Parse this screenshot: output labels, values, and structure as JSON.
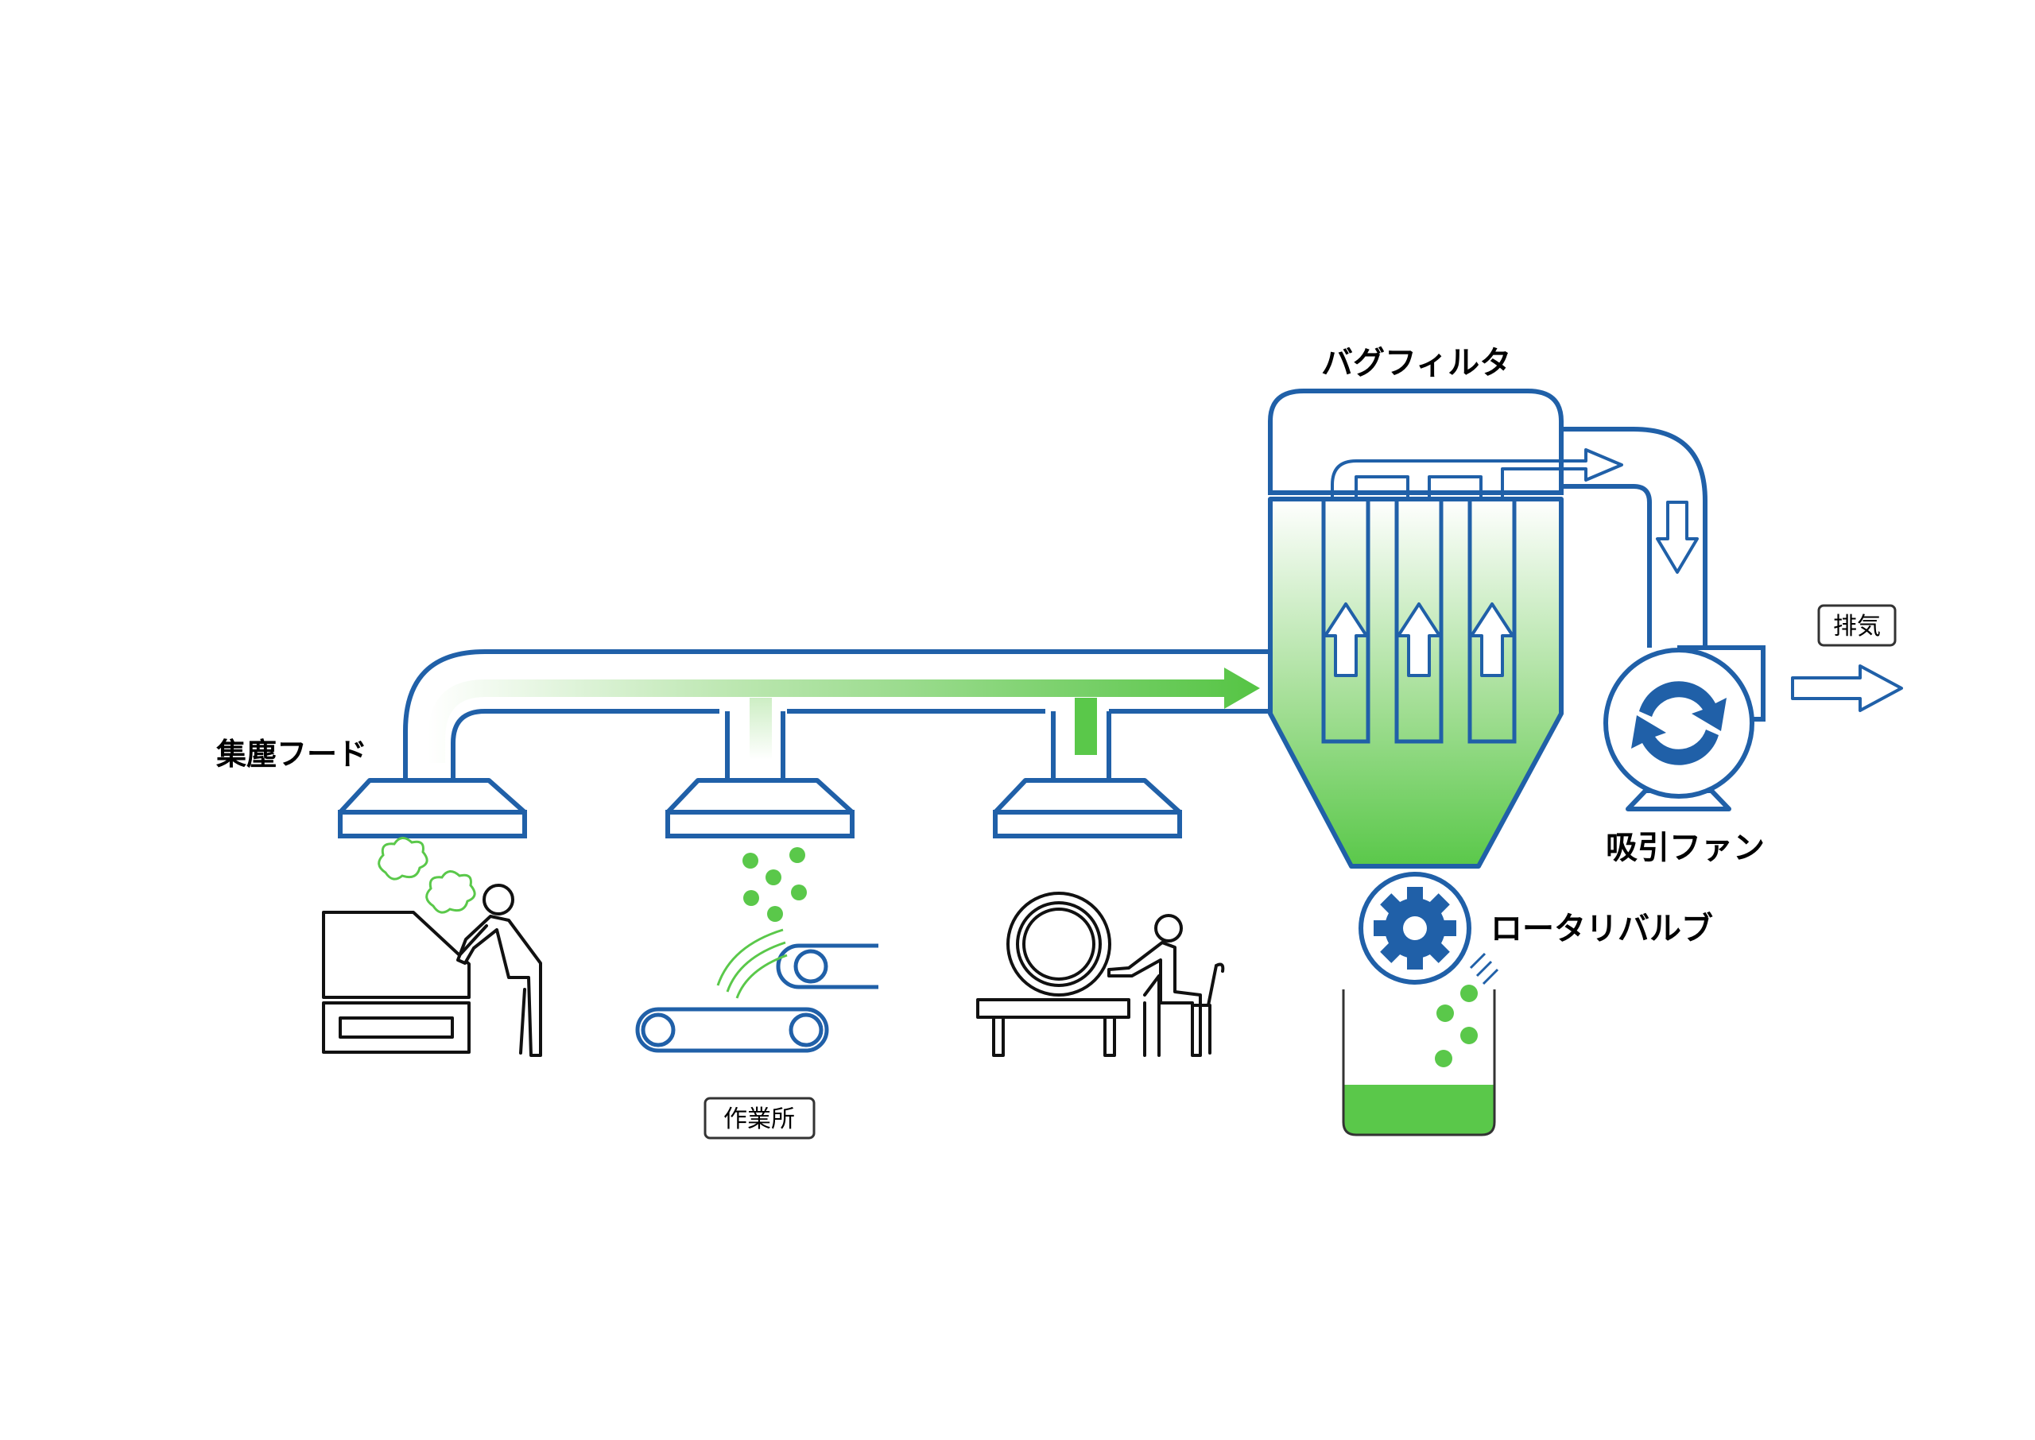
{
  "diagram": {
    "title": "",
    "labels": {
      "hood": "集塵フード",
      "bag_filter": "バグフィルタ",
      "suction_fan": "吸引ファン",
      "rotary_valve": "ロータリバルブ",
      "workplace": "作業所",
      "exhaust": "排気"
    },
    "colors": {
      "duct_blue": "#2060a8",
      "dust_green": "#5ac84a",
      "light_green": "#c8ecbf",
      "black": "#000000",
      "white": "#ffffff"
    },
    "icons": {
      "fan": "rotating-arrows-icon",
      "valve": "gear-icon",
      "grinder_worker": "worker-at-machine-icon",
      "conveyor": "conveyor-belt-icon",
      "lathe_worker": "seated-worker-at-lathe-icon"
    }
  }
}
